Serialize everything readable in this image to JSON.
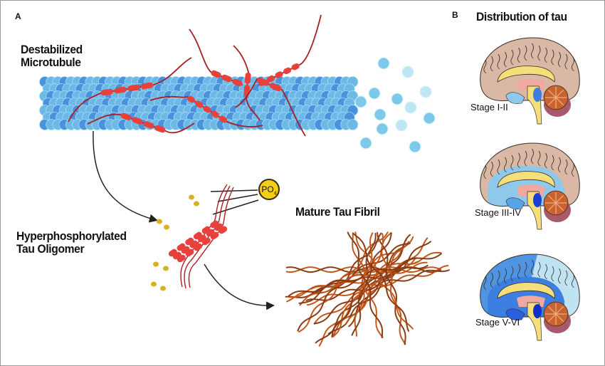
{
  "panel_a": {
    "label": "A",
    "microtubule_label_line1": "Destabilized",
    "microtubule_label_line2": "Microtubule",
    "oligomer_label_line1": "Hyperphosphorylated",
    "oligomer_label_line2": "Tau Oligomer",
    "phosphate": "PO",
    "phosphate_subscript": "4",
    "fibril_label": "Mature Tau Fibril"
  },
  "panel_b": {
    "label": "B",
    "title": "Distribution of tau",
    "stages": [
      {
        "label": "Stage I-II",
        "front_cortex": "#d9b9a6",
        "back_cortex": "#d9b9a6",
        "limbic": "#d9b9a6",
        "temporal": "#8ec9ec",
        "core": "#3d7fe0"
      },
      {
        "label": "Stage III-IV",
        "front_cortex": "#d9b9a6",
        "back_cortex": "#d9b9a6",
        "limbic": "#8ec9ec",
        "temporal": "#5aa3e8",
        "core": "#1a3fd8"
      },
      {
        "label": "Stage V-VI",
        "front_cortex": "#4f94e0",
        "back_cortex": "#bfe3f3",
        "limbic": "#3d7fe0",
        "temporal": "#2a5fe0",
        "core": "#1030c8"
      }
    ]
  },
  "colors": {
    "tubulin": "#6cb8e6",
    "tubulin_dark": "#4a93dc",
    "tau_bead": "#e8413c",
    "tau_strand": "#a81e22",
    "phosphate": "#f4cf1a",
    "fibril": "#c0561a"
  }
}
